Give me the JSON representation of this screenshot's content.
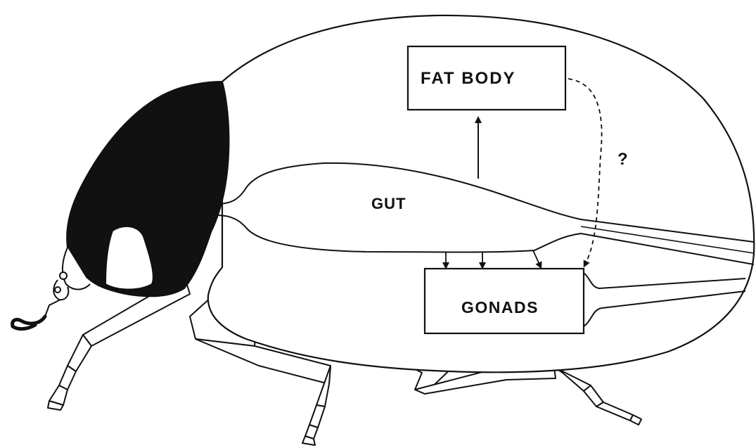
{
  "diagram": {
    "boxes": {
      "fat_body": "FAT BODY",
      "gonads": "GONADS"
    },
    "labels": {
      "gut": "GUT",
      "unknown_pathway": "?"
    },
    "arrows": [
      {
        "from": "GUT",
        "to": "FAT BODY",
        "style": "solid"
      },
      {
        "from": "GUT",
        "to": "GONADS",
        "style": "solid",
        "count": 3
      },
      {
        "from": "FAT BODY",
        "to": "GONADS",
        "style": "dashed"
      }
    ],
    "colors": {
      "ink": "#111111",
      "head_fill": "#111111",
      "background": "#ffffff"
    }
  }
}
